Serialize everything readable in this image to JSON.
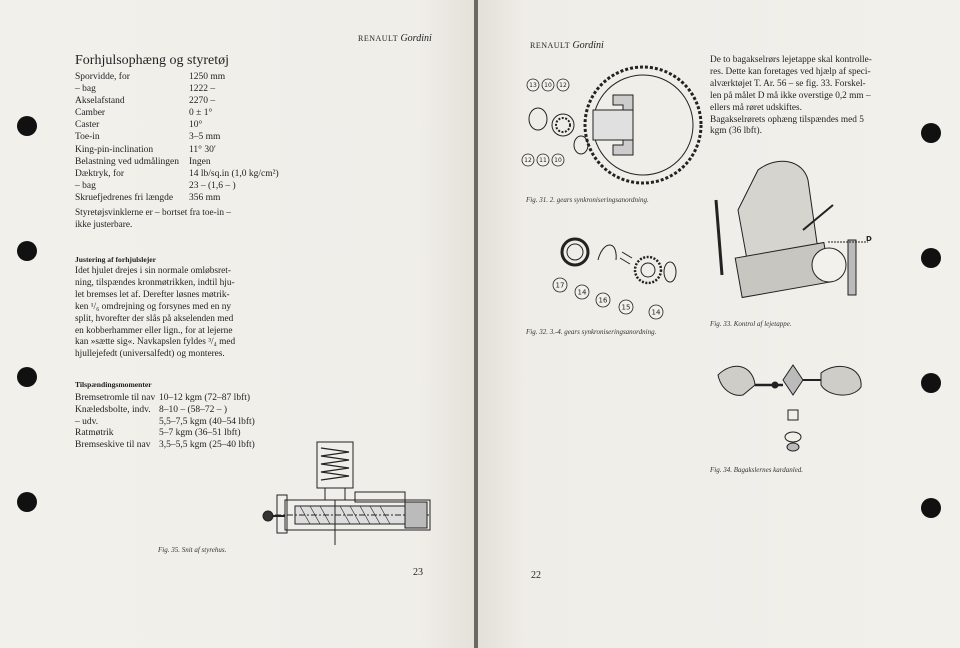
{
  "left_page": {
    "running_head": {
      "brand": "RENAULT",
      "model": "Gordini"
    },
    "title": "Forhjulsophæng og styretøj",
    "specs": [
      {
        "label": "Sporvidde, for",
        "value": "1250 mm"
      },
      {
        "label": "– bag",
        "value": "1222 –"
      },
      {
        "label": "Akselafstand",
        "value": "2270 –"
      },
      {
        "label": "Camber",
        "value": "0 ± 1°"
      },
      {
        "label": "Caster",
        "value": "10°"
      },
      {
        "label": "Toe-in",
        "value": "3–5 mm"
      },
      {
        "label": "King-pin-inclination",
        "value": "11° 30′"
      },
      {
        "label": "Belastning ved udmålingen",
        "value": "Ingen"
      },
      {
        "label": "Dæktryk, for",
        "value": "14 lb/sq.in (1,0 kg/cm²)"
      },
      {
        "label": "– bag",
        "value": "23 – (1,6 – )"
      },
      {
        "label": "Skruefjedrenes fri længde",
        "value": "356 mm"
      }
    ],
    "note": [
      "Styretøjsvinklerne er – bortset fra toe-in –",
      "ikke justerbare."
    ],
    "section1": {
      "heading": "Justering af forhjulslejer",
      "lines": [
        "Idet hjulet drejes i sin normale omløbsret-",
        "ning, tilspændes kronmøtrikken, indtil hju-",
        "let bremses let af. Derefter løsnes møtrik-",
        "ken ¹/₆ omdrejning og forsynes med en ny",
        "split, hvorefter der slås på akselenden med",
        "en kobberhammer eller lign., for at lejerne",
        "kan »sætte sig«. Navkapslen fyldes ³/₄ med",
        "hjullejefedt (universalfedt) og monteres."
      ]
    },
    "section2": {
      "heading": "Tilspændingsmomenter",
      "rows": [
        {
          "label": "Bremsetromle til nav",
          "value": "10–12 kgm (72–87 lbft)"
        },
        {
          "label": "Knæledsbolte, indv.",
          "value": "8–10 – (58–72 – )"
        },
        {
          "label": "– udv.",
          "value": "5,5–7,5 kgm (40–54 lbft)"
        },
        {
          "label": "Ratmøtrik",
          "value": "5–7 kgm (36–51 lbft)"
        },
        {
          "label": "Bremseskive til nav",
          "value": "3,5–5,5 kgm (25–40 lbft)"
        }
      ]
    },
    "fig35_caption": "Fig. 35. Snit af styrehus.",
    "page_number": "23"
  },
  "right_page": {
    "running_head": {
      "brand": "RENAULT",
      "model": "Gordini"
    },
    "text_lines": [
      "De to bagakselrørs lejetappe skal kontrolle-",
      "res. Dette kan foretages ved hjælp af speci-",
      "alværktøjet T. Ar. 56 – se fig. 33. Forskel-",
      "len på målet D må ikke overstige 0,2 mm –",
      "ellers må røret udskiftes.",
      "Bagakselrørets ophæng tilspændes med 5",
      "kgm (36 lbft)."
    ],
    "fig31": {
      "caption": "Fig. 31. 2. gears synkroniseringsanordning.",
      "labels": [
        "13",
        "10",
        "12",
        "12",
        "11",
        "10"
      ]
    },
    "fig32": {
      "caption": "Fig. 32. 3.-4. gears synkroniseringsanordning.",
      "labels": [
        "17",
        "14",
        "16",
        "15",
        "14"
      ]
    },
    "fig33": {
      "caption": "Fig. 33. Kontrol af lejetappe.",
      "label_d": "D"
    },
    "fig34": {
      "caption": "Fig. 34. Bagakslernes kardanled."
    },
    "page_number": "22"
  }
}
